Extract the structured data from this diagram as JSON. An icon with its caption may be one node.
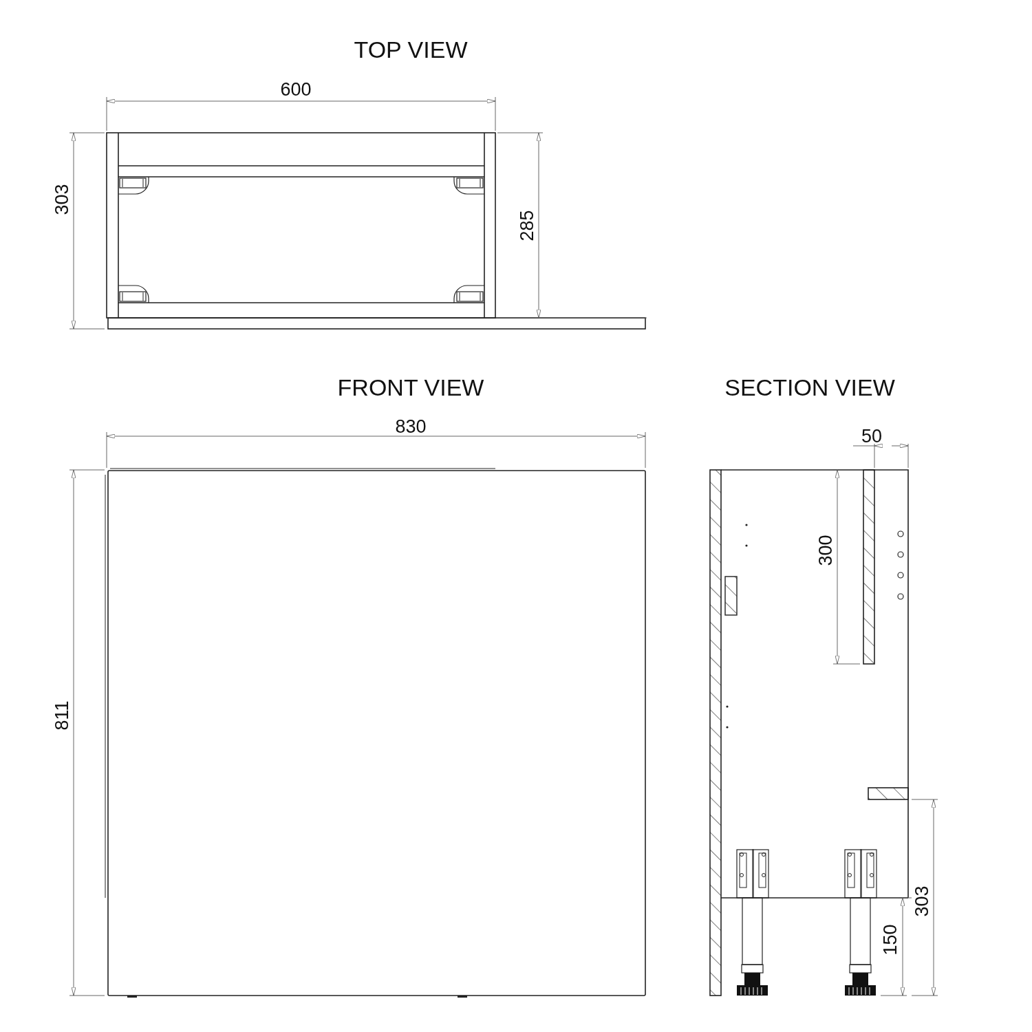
{
  "diagram": {
    "labels": [
      "TOP VIEW",
      "600",
      "303",
      "285",
      "FRONT VIEW",
      "830",
      "811",
      "SECTION VIEW",
      "50",
      "300",
      "303",
      "150"
    ]
  }
}
